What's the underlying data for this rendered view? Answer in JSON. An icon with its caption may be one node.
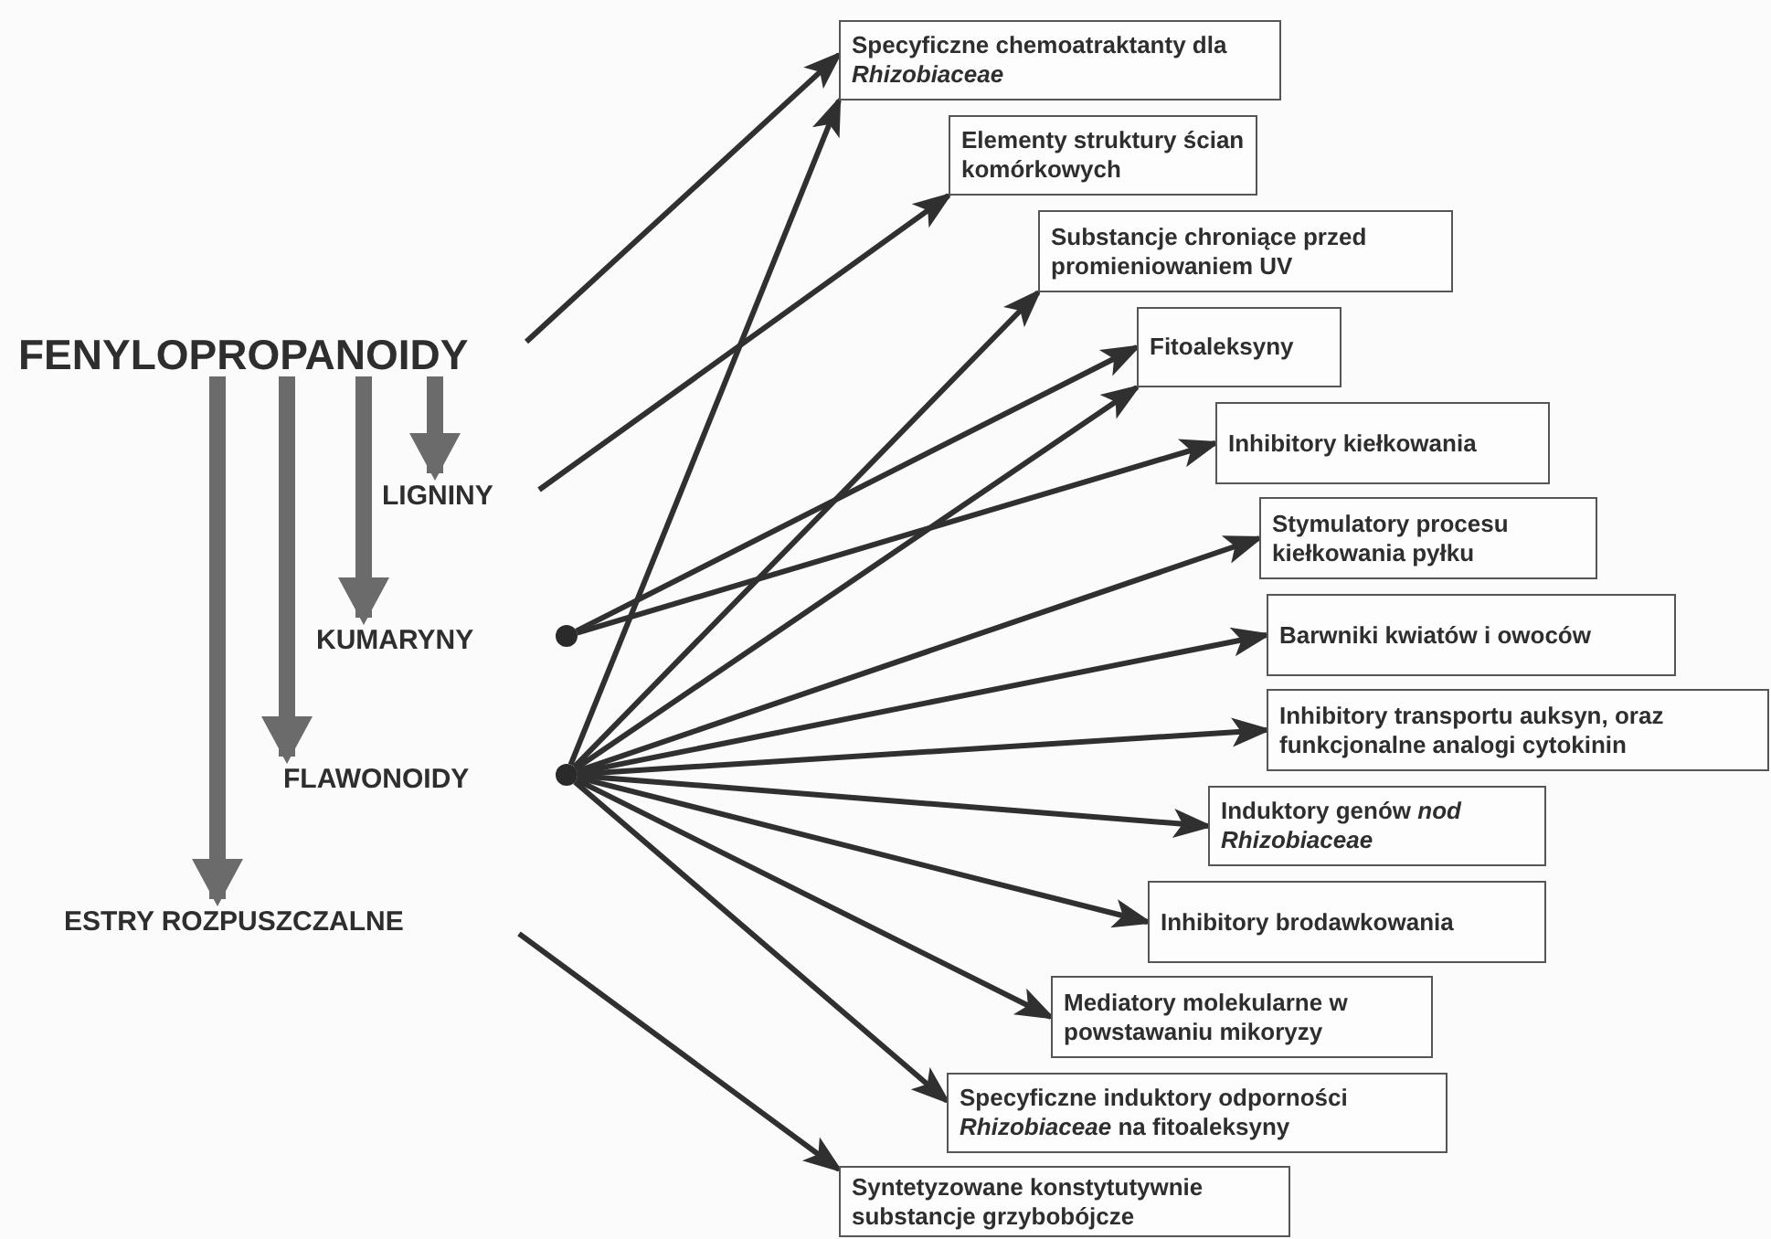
{
  "diagram": {
    "nodes": [
      {
        "text": [
          "FENYLOPROPANOIDY"
        ]
      },
      {
        "text": [
          "LIGNINY"
        ]
      },
      {
        "text": [
          "KUMARYNY"
        ]
      },
      {
        "text": [],
        "shape": "circle"
      },
      {
        "text": [
          "FLAWONOIDY"
        ]
      },
      {
        "text": [],
        "shape": "circle"
      },
      {
        "text": [
          "ESTRY ROZPUSZCZALNE"
        ]
      },
      {
        "text": [
          "Specyficzne chemoatraktanty dla *Rhizobiaceae*"
        ]
      },
      {
        "text": [
          "Elementy struktury ścian komórkowych"
        ]
      },
      {
        "text": [
          "Substancje chroniące przed promieniowaniem UV"
        ]
      },
      {
        "text": [
          "Fitoaleksyny"
        ]
      },
      {
        "text": [
          "Inhibitory kiełkowania"
        ]
      },
      {
        "text": [
          "Stymulatory procesu kiełkowania pyłku"
        ]
      },
      {
        "text": [
          "Barwniki kwiatów i owoców"
        ]
      },
      {
        "text": [
          "Inhibitory transportu auksyn, oraz funkcjonalne analogi cytokinin"
        ]
      },
      {
        "text": [
          "Induktory genów *nod Rhizobiaceae*"
        ]
      },
      {
        "text": [
          "Inhibitory brodawkowania"
        ]
      },
      {
        "text": [
          "Mediatory molekularne w powstawaniu mikoryzy"
        ]
      },
      {
        "text": [
          "Specyficzne induktory odporności *Rhizobiaceae* na fitoaleksyny"
        ]
      },
      {
        "text": [
          "Syntetyzowane konstytutywnie substancje grzybobójcze"
        ]
      }
    ],
    "edges": [
      {
        "from": 0,
        "to": 1,
        "arrow": "to",
        "style": "thick",
        "color": "#6b6b6b"
      },
      {
        "from": 0,
        "to": 2,
        "arrow": "to",
        "style": "thick",
        "color": "#6b6b6b"
      },
      {
        "from": 0,
        "to": 4,
        "arrow": "to",
        "style": "thick",
        "color": "#6b6b6b"
      },
      {
        "from": 0,
        "to": 6,
        "arrow": "to",
        "style": "thick",
        "color": "#6b6b6b"
      },
      {
        "from": 0,
        "to": 7,
        "arrow": "to"
      },
      {
        "from": 1,
        "to": 8,
        "arrow": "to"
      },
      {
        "from": 3,
        "to": 10,
        "arrow": "to"
      },
      {
        "from": 3,
        "to": 11,
        "arrow": "to"
      },
      {
        "from": 5,
        "to": 7,
        "arrow": "to"
      },
      {
        "from": 5,
        "to": 9,
        "arrow": "to"
      },
      {
        "from": 5,
        "to": 10,
        "arrow": "to"
      },
      {
        "from": 5,
        "to": 12,
        "arrow": "to"
      },
      {
        "from": 5,
        "to": 13,
        "arrow": "to"
      },
      {
        "from": 5,
        "to": 14,
        "arrow": "to"
      },
      {
        "from": 5,
        "to": 15,
        "arrow": "to"
      },
      {
        "from": 5,
        "to": 16,
        "arrow": "to"
      },
      {
        "from": 5,
        "to": 17,
        "arrow": "to"
      },
      {
        "from": 5,
        "to": 18,
        "arrow": "to"
      },
      {
        "from": 6,
        "to": 19,
        "arrow": "to"
      }
    ]
  }
}
